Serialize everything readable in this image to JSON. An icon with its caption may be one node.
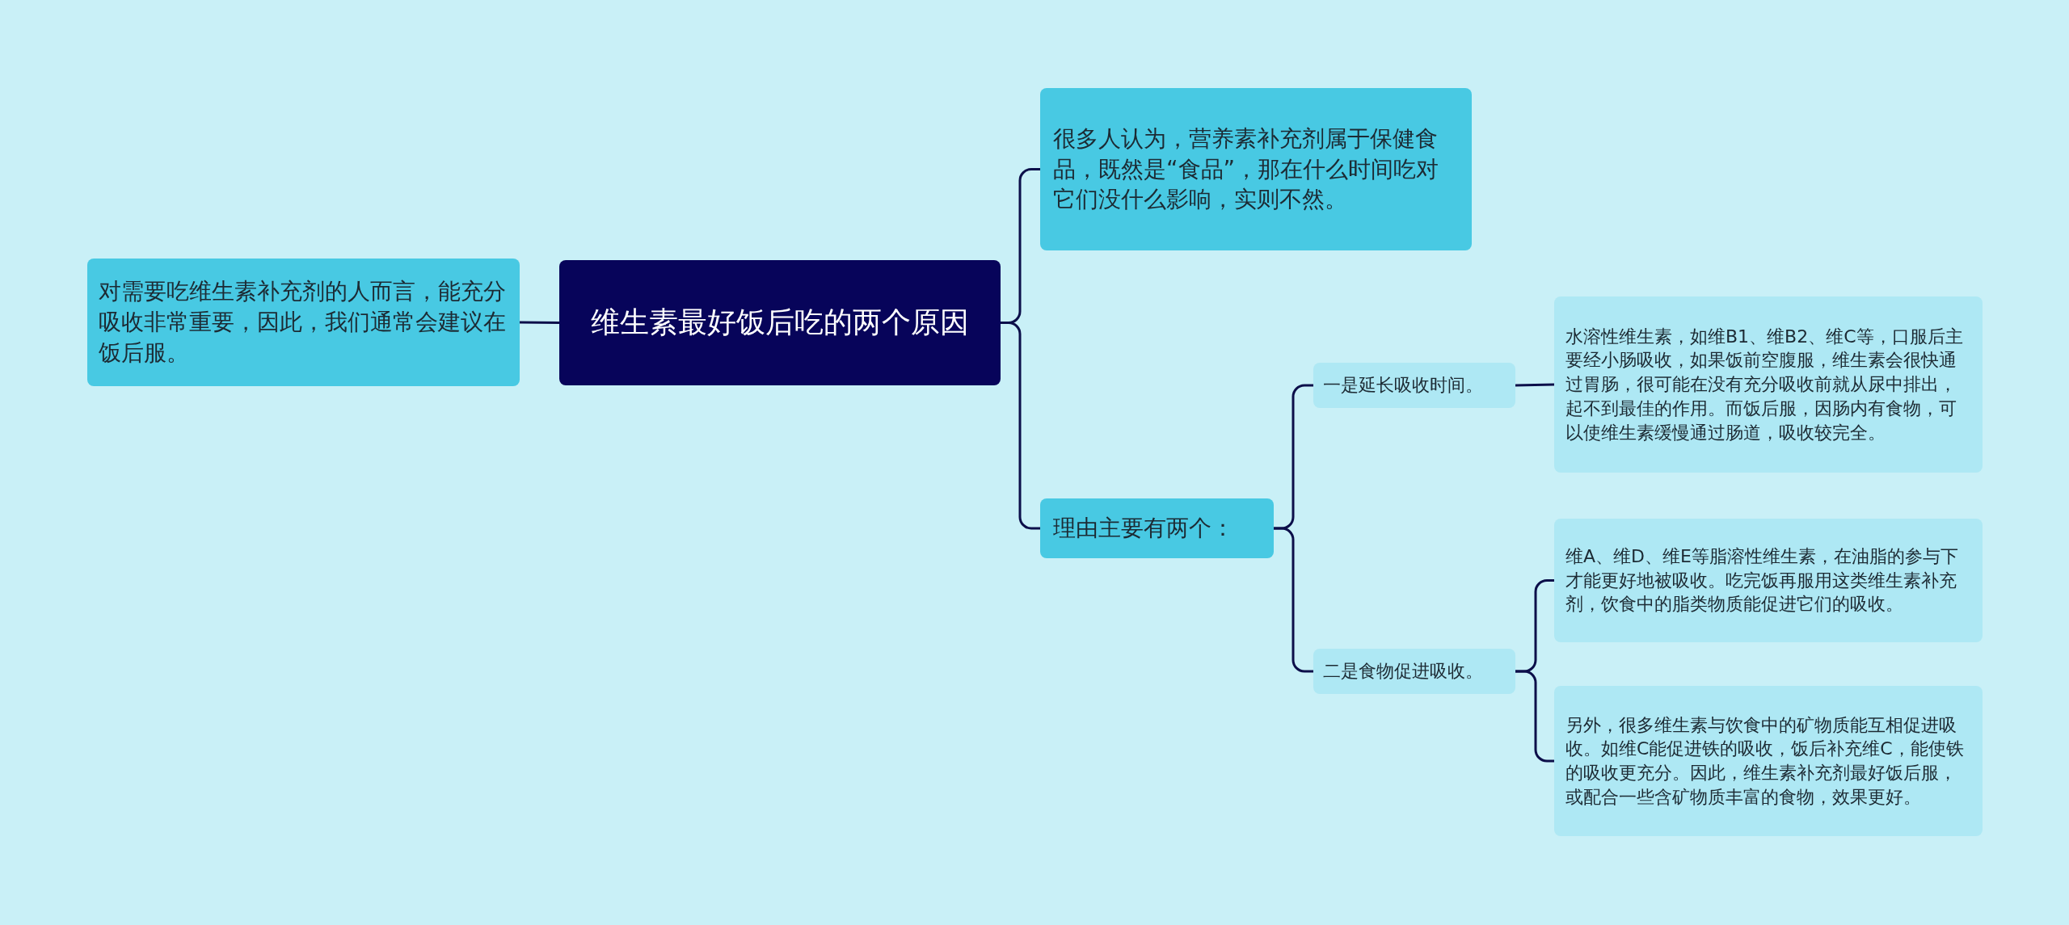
{
  "diagram": {
    "nodes": [
      {
        "text": [
          "维生素最好饭后吃的两个原因"
        ]
      },
      {
        "text": [
          "对需要吃维生素补充剂的人而言，能充分吸收非常重要，因此，我们通常会建议在饭后服。"
        ]
      },
      {
        "text": [
          "很多人认为，营养素补充剂属于保健食品，既然是“食品”，那在什么时间吃对它们没什么影响，实则不然。"
        ]
      },
      {
        "text": [
          "理由主要有两个："
        ]
      },
      {
        "text": [
          "一是延长吸收时间。"
        ]
      },
      {
        "text": [
          "水溶性维生素，如维B1、维B2、维C等，口服后主要经小肠吸收，如果饭前空腹服，维生素会很快通过胃肠，很可能在没有充分吸收前就从尿中排出，起不到最佳的作用。而饭后服，因肠内有食物，可以使维生素缓慢通过肠道，吸收较完全。"
        ]
      },
      {
        "text": [
          "二是食物促进吸收。"
        ]
      },
      {
        "text": [
          "维A、维D、维E等脂溶性维生素，在油脂的参与下才能更好地被吸收。吃完饭再服用这类维生素补充剂，饮食中的脂类物质能促进它们的吸收。"
        ]
      },
      {
        "text": [
          "另外，很多维生素与饮食中的矿物质能互相促进吸收。如维C能促进铁的吸收，饭后补充维C，能使铁的吸收更充分。因此，维生素补充剂最好饭后服，或配合一些含矿物质丰富的食物，效果更好。"
        ]
      }
    ],
    "edges": [
      {
        "from": 0,
        "to": 1,
        "arrow": "none"
      },
      {
        "from": 0,
        "to": 2,
        "arrow": "none"
      },
      {
        "from": 0,
        "to": 3,
        "arrow": "none"
      },
      {
        "from": 3,
        "to": 4,
        "arrow": "none"
      },
      {
        "from": 3,
        "to": 6,
        "arrow": "none"
      },
      {
        "from": 4,
        "to": 5,
        "arrow": "none"
      },
      {
        "from": 6,
        "to": 7,
        "arrow": "none"
      },
      {
        "from": 6,
        "to": 8,
        "arrow": "none"
      }
    ]
  }
}
